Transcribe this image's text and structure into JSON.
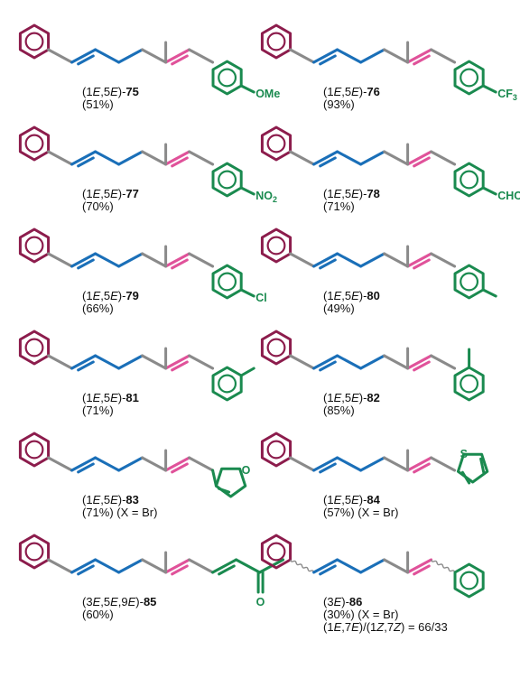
{
  "colors": {
    "phenyl": "#8c1c4c",
    "chain_gray": "#8a8a8a",
    "chain_blue": "#1a6fb8",
    "chain_pink": "#e0529a",
    "aryl_green": "#1a8a4f",
    "text": "#111111"
  },
  "compounds": [
    {
      "stereo": "1E,5E",
      "number": "75",
      "yield": "(51%)",
      "substituent": "OMe"
    },
    {
      "stereo": "1E,5E",
      "number": "76",
      "yield": "(93%)",
      "substituent": "CF3"
    },
    {
      "stereo": "1E,5E",
      "number": "77",
      "yield": "(70%)",
      "substituent": "NO2"
    },
    {
      "stereo": "1E,5E",
      "number": "78",
      "yield": "(71%)",
      "substituent": "CHO"
    },
    {
      "stereo": "1E,5E",
      "number": "79",
      "yield": "(66%)",
      "substituent": "Cl"
    },
    {
      "stereo": "1E,5E",
      "number": "80",
      "yield": "(49%)",
      "substituent": ""
    },
    {
      "stereo": "1E,5E",
      "number": "81",
      "yield": "(71%)",
      "substituent": ""
    },
    {
      "stereo": "1E,5E",
      "number": "82",
      "yield": "(85%)",
      "substituent": ""
    },
    {
      "stereo": "1E,5E",
      "number": "83",
      "yield": "(71%) (X = Br)",
      "substituent": "O"
    },
    {
      "stereo": "1E,5E",
      "number": "84",
      "yield": "(57%) (X = Br)",
      "substituent": "S"
    },
    {
      "stereo": "3E,5E,9E",
      "number": "85",
      "yield": "(60%)",
      "substituent": "O"
    },
    {
      "stereo": "3E",
      "number": "86",
      "yield": "(30%) (X = Br)",
      "ratio": "(1E,7E)/(1Z,7Z) = 66/33",
      "substituent": ""
    }
  ]
}
